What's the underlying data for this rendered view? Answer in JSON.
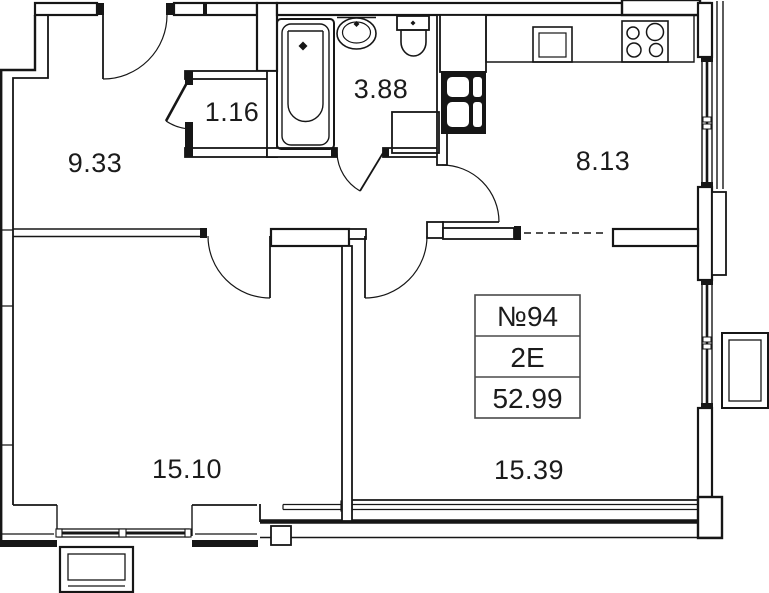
{
  "plan": {
    "unit_box": {
      "number": "№94",
      "layout_type": "2Е",
      "total_area": "52.99"
    },
    "rooms": [
      {
        "id": "hallway",
        "area": "9.33"
      },
      {
        "id": "closet",
        "area": "1.16"
      },
      {
        "id": "bathroom",
        "area": "3.88"
      },
      {
        "id": "kitchen",
        "area": "8.13"
      },
      {
        "id": "living-room",
        "area": "15.10"
      },
      {
        "id": "bedroom",
        "area": "15.39"
      }
    ],
    "colors": {
      "wall": "#161616",
      "background": "#ffffff"
    }
  }
}
